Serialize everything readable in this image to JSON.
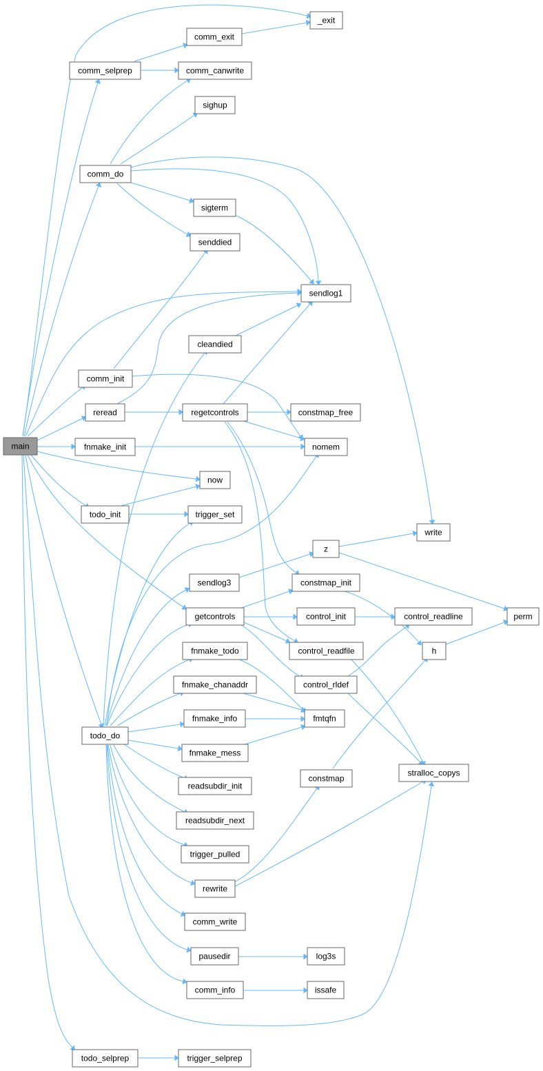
{
  "nodes": {
    "main": "main",
    "exit": "_exit",
    "comm_exit": "comm_exit",
    "comm_selprep": "comm_selprep",
    "comm_canwrite": "comm_canwrite",
    "sighup": "sighup",
    "comm_do": "comm_do",
    "sigterm": "sigterm",
    "senddied": "senddied",
    "sendlog1": "sendlog1",
    "cleandied": "cleandied",
    "comm_init": "comm_init",
    "reread": "reread",
    "regetcontrols": "regetcontrols",
    "constmap_free": "constmap_free",
    "fnmake_init": "fnmake_init",
    "nomem": "nomem",
    "now": "now",
    "todo_init": "todo_init",
    "trigger_set": "trigger_set",
    "write": "write",
    "z": "z",
    "sendlog3": "sendlog3",
    "constmap_init": "constmap_init",
    "getcontrols": "getcontrols",
    "control_init": "control_init",
    "control_readline": "control_readline",
    "perm": "perm",
    "fnmake_todo": "fnmake_todo",
    "control_readfile": "control_readfile",
    "h": "h",
    "fnmake_chanaddr": "fnmake_chanaddr",
    "control_rldef": "control_rldef",
    "fnmake_info": "fnmake_info",
    "fmtqfn": "fmtqfn",
    "todo_do": "todo_do",
    "fnmake_mess": "fnmake_mess",
    "constmap": "constmap",
    "stralloc_copys": "stralloc_copys",
    "readsubdir_init": "readsubdir_init",
    "readsubdir_next": "readsubdir_next",
    "trigger_pulled": "trigger_pulled",
    "rewrite": "rewrite",
    "comm_write": "comm_write",
    "pausedir": "pausedir",
    "log3s": "log3s",
    "comm_info": "comm_info",
    "issafe": "issafe",
    "todo_selprep": "todo_selprep",
    "trigger_selprep": "trigger_selprep"
  }
}
